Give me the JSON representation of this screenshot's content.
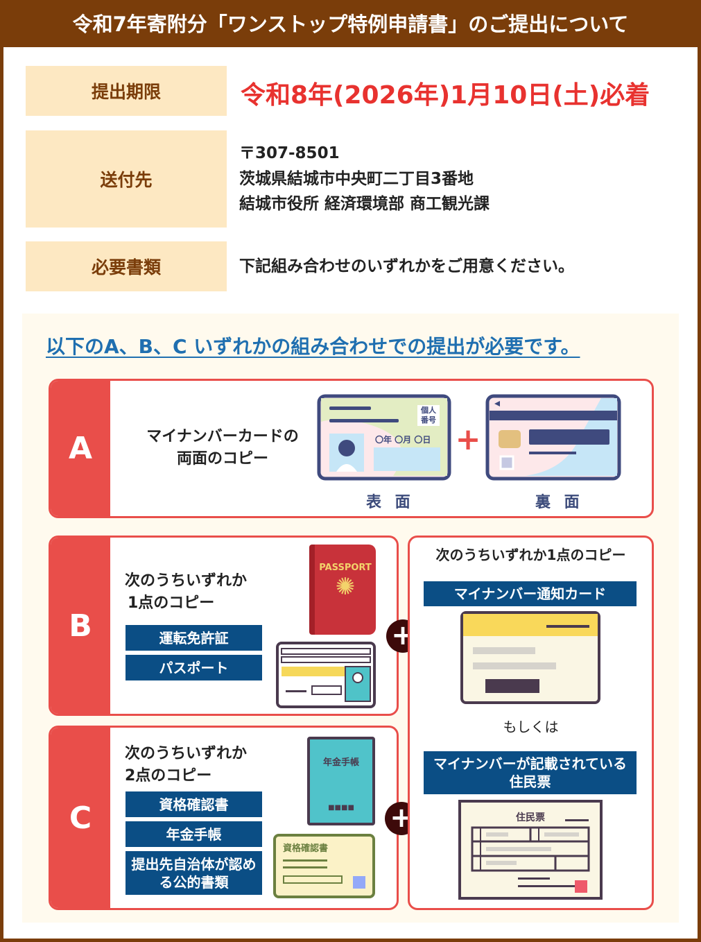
{
  "header": {
    "title": "令和7年寄附分「ワンストップ特例申請書」のご提出について"
  },
  "rows": [
    {
      "label": "提出期限",
      "value": "令和8年(2026年)1月10日(土)必着"
    },
    {
      "label": "送付先",
      "lines": [
        "〒307-8501",
        "茨城県結城市中央町二丁目3番地",
        "結城市役所 経済環境部 商工観光課"
      ]
    },
    {
      "label": "必要書類",
      "value": "下記組み合わせのいずれかをご用意ください。"
    }
  ],
  "lead": "以下のA、B、C いずれかの組み合わせでの提出が必要です。",
  "optionA": {
    "tag": "A",
    "text": [
      "マイナンバーカードの",
      "両面のコピー"
    ],
    "front_caption": "表 面",
    "back_caption": "裏 面",
    "card_badge": "個人番号",
    "card_date": "〇年 〇月 〇日"
  },
  "optionB": {
    "tag": "B",
    "text": [
      "次のうちいずれか",
      "1点のコピー"
    ],
    "items": [
      "運転免許証",
      "パスポート"
    ],
    "passport_label": "PASSPORT"
  },
  "optionC": {
    "tag": "C",
    "text": [
      "次のうちいずれか",
      "2点のコピー"
    ],
    "items": [
      "資格確認書",
      "年金手帳",
      "提出先自治体が認める公的書類"
    ],
    "pension_label": "年金手帳",
    "cert_label": "資格確認書"
  },
  "right": {
    "title": "次のうちいずれか1点のコピー",
    "item1": "マイナンバー通知カード",
    "or": "もしくは",
    "item2": [
      "マイナンバーが記載されている",
      "住民票"
    ],
    "doc_label": "住民票"
  },
  "colors": {
    "brown": "#7a3d0a",
    "red": "#e94e4a",
    "navy": "#0b4e85",
    "beige": "#fde8c2",
    "deadline": "#e8322f"
  }
}
